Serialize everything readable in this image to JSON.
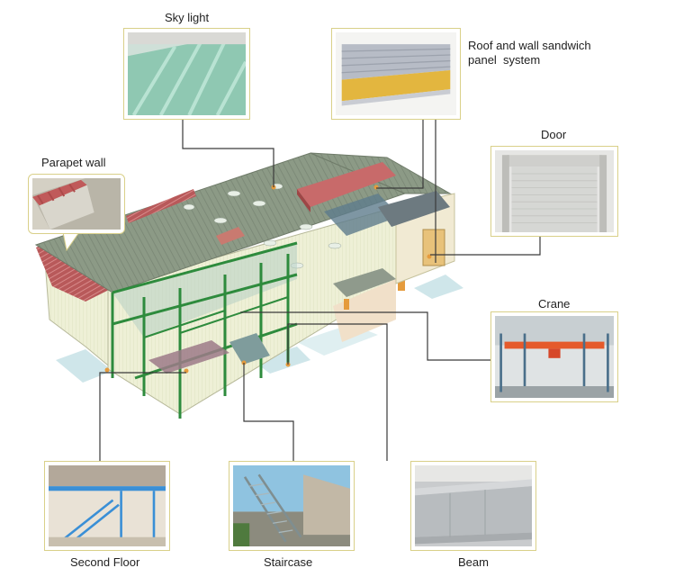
{
  "labels": {
    "sky_light": "Sky light",
    "roof_panel_line1": "Roof and wall sandwich",
    "roof_panel_line2": "panel  system",
    "door": "Door",
    "parapet_wall": "Parapet wall",
    "crane": "Crane",
    "second_floor": "Second Floor",
    "staircase": "Staircase",
    "beam": "Beam"
  },
  "colors": {
    "callout_line": "#3a3a3a",
    "photo_border": "#d9d089",
    "roof": "#8c9a86",
    "roof_stripes": "#7d8a78",
    "steel_frame": "#2e8b3d",
    "wall": "#eaeccf",
    "parapet": "#b8595a",
    "ground_shadow": "#cfe6ea"
  }
}
